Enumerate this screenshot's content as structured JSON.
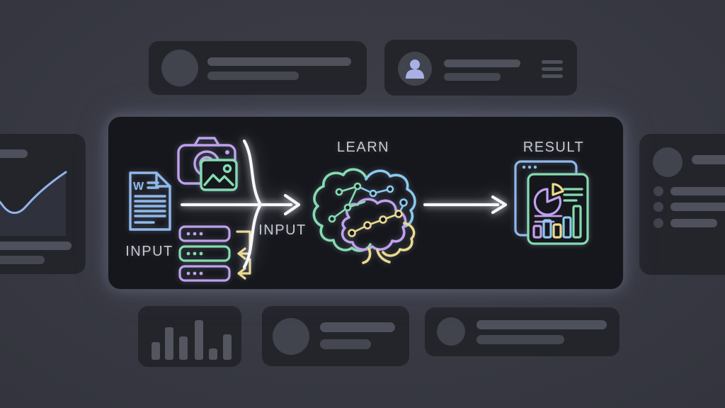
{
  "diagram": {
    "stage_input_left_label": "INPUT",
    "stage_input_mid_label": "INPUT",
    "stage_learn_label": "LEARN",
    "stage_result_label": "RESULT",
    "flow": [
      "INPUT",
      "LEARN",
      "RESULT"
    ],
    "icons": [
      "word-document-icon",
      "camera-icon",
      "image-icon",
      "server-stack-icon",
      "merge-arrow-icon",
      "brain-icon",
      "arrow-right-icon",
      "report-icon"
    ]
  },
  "colors": {
    "background_center": "#3e3f49",
    "background_edge": "#2a2c35",
    "panel_background": "#16171c",
    "card_background": "#24252b",
    "placeholder_shape": "#4e515b",
    "placeholder_circle": "#41434d",
    "label_text": "#c6c9d1",
    "arrow_white": "#f5f7fc",
    "doc_blue": "#90b9ec",
    "image_green": "#84dcb0",
    "camera_purple": "#c0a0ee",
    "connector_yellow": "#ecd98c",
    "brain_cyan": "#8bc9ef",
    "person_icon": "#a9b0e5",
    "chart_line_blue": "#92b3e9"
  }
}
